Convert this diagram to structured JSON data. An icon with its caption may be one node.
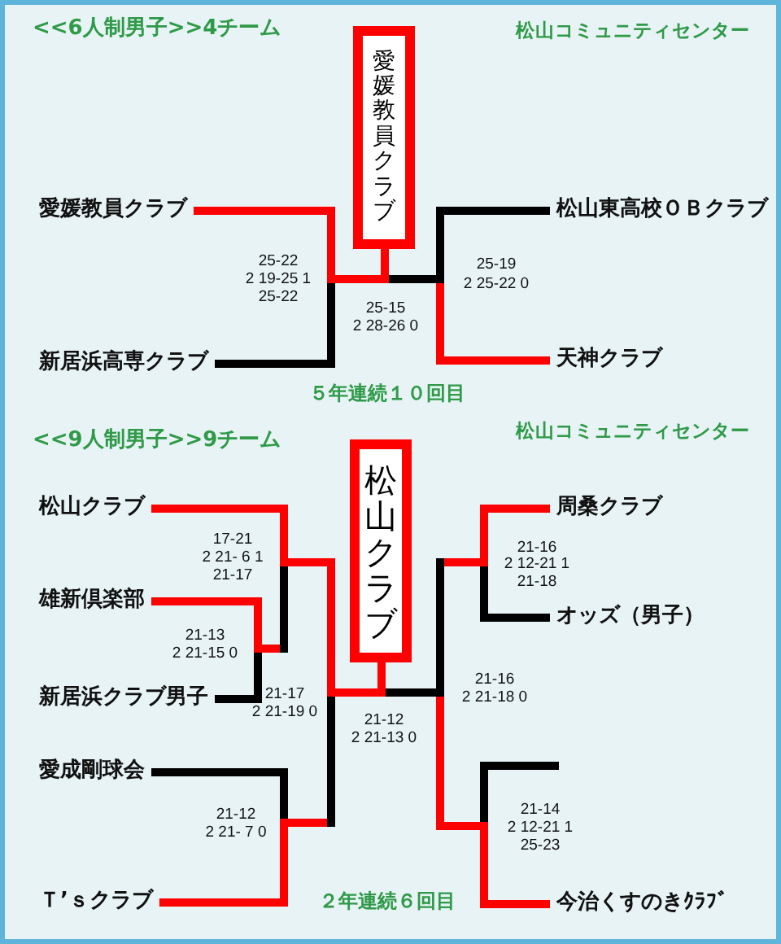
{
  "diagram": {
    "nodes": [
      {
        "text": [
          "愛媛教員クラブ"
        ]
      },
      {
        "text": [
          "愛媛教員クラブ"
        ]
      },
      {
        "text": [
          "松山東高校ＯＢクラブ"
        ]
      },
      {
        "text": [
          "新居浜高専クラブ"
        ]
      },
      {
        "text": [
          "天神クラブ"
        ]
      },
      {
        "text": [
          "松山クラブ"
        ]
      },
      {
        "text": [
          "松山クラブ"
        ]
      },
      {
        "text": [
          "周桑クラブ"
        ]
      },
      {
        "text": [
          "雄新倶楽部"
        ]
      },
      {
        "text": [
          "オッズ（男子）"
        ]
      },
      {
        "text": [
          "新居浜クラブ男子"
        ]
      },
      {
        "text": [
          "愛成剛球会"
        ]
      },
      {
        "text": [
          "Ｔ’ｓクラブ"
        ]
      },
      {
        "text": [
          "今治くすのきｸﾗﾌﾞ"
        ]
      }
    ],
    "edges": [
      {
        "from": 1,
        "to": 0,
        "arrow": "none"
      },
      {
        "from": 2,
        "to": null,
        "arrow": "none",
        "color": "#000000"
      },
      {
        "from": 3,
        "to": null,
        "arrow": "none",
        "color": "#000000"
      },
      {
        "from": 4,
        "to": null,
        "arrow": "none"
      },
      {
        "from": 6,
        "to": 5,
        "arrow": "none"
      },
      {
        "from": 7,
        "to": null,
        "arrow": "none"
      },
      {
        "from": 8,
        "to": null,
        "arrow": "none"
      },
      {
        "from": 9,
        "to": null,
        "arrow": "none",
        "color": "#000000"
      },
      {
        "from": 10,
        "to": null,
        "arrow": "none",
        "color": "#000000"
      },
      {
        "from": 11,
        "to": null,
        "arrow": "none",
        "color": "#000000"
      },
      {
        "from": 12,
        "to": null,
        "arrow": "none"
      },
      {
        "from": 13,
        "to": null,
        "arrow": "none"
      }
    ],
    "labels": [
      "<<6人制男子>>4チーム",
      "松山コミュニティセンター",
      "25-22",
      "2 19-25 1",
      "25-22",
      "25-19",
      "2 25-22 0",
      "25-15",
      "2 28-26 0",
      "５年連続１０回目",
      "<<9人制男子>>9チーム",
      "松山コミュニティセンター",
      "17-21",
      "2 21- 6 1",
      "21-17",
      "21-16",
      "2 12-21 1",
      "21-18",
      "21-13",
      "2 21-15 0",
      "21-16",
      "2 21-18 0",
      "21-17",
      "2 21-19 0",
      "21-12",
      "2 21-13 0",
      "21-14",
      "2 12-21 1",
      "25-23",
      "21-12",
      "2 21- 7 0",
      "２年連続６回目"
    ]
  }
}
